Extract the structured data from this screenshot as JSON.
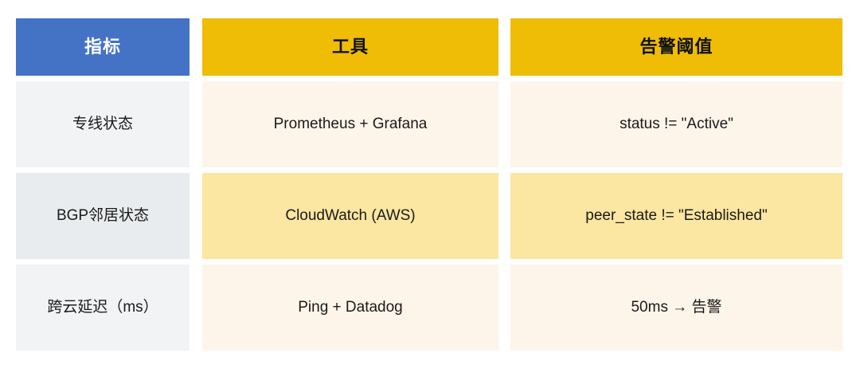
{
  "table": {
    "headers": [
      {
        "label": "指标",
        "style": "blue"
      },
      {
        "label": "工具",
        "style": "yellow"
      },
      {
        "label": "告警阈值",
        "style": "yellow"
      }
    ],
    "rows": [
      {
        "metric": "专线状态",
        "tool": "Prometheus + Grafana",
        "threshold": "status != \"Active\"",
        "highlighted": false
      },
      {
        "metric": "BGP邻居状态",
        "tool": "CloudWatch (AWS)",
        "threshold": "peer_state != \"Established\"",
        "highlighted": true
      },
      {
        "metric": "跨云延迟（ms）",
        "tool": "Ping + Datadog",
        "threshold": "50ms → 告警",
        "highlighted": false
      }
    ]
  },
  "colors": {
    "header_metric_bg": "#4472C4",
    "header_metric_text": "#FFFFFF",
    "header_yellow_bg": "#EFBC06",
    "header_yellow_text": "#111111",
    "metric_cell_bg": "#F2F3F5",
    "metric_cell_alt_bg": "#E9ECEE",
    "data_cell_bg": "#FDF5EA",
    "data_cell_highlight_bg": "#FBE6A2",
    "page_bg": "#FFFFFF"
  }
}
